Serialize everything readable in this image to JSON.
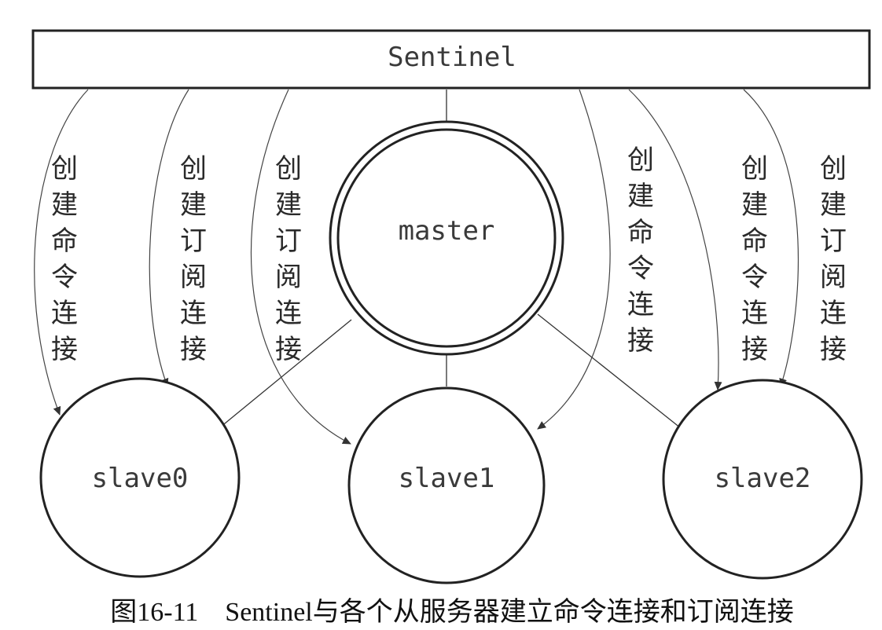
{
  "sentinel": {
    "label": "Sentinel"
  },
  "nodes": {
    "master": "master",
    "slave0": "slave0",
    "slave1": "slave1",
    "slave2": "slave2"
  },
  "connection_labels": {
    "command": "创建命令连接",
    "subscribe": "创建订阅连接"
  },
  "caption": "图16-11　Sentinel与各个从服务器建立命令连接和订阅连接",
  "colors": {
    "stroke": "#222222",
    "text": "#3a3a3a"
  }
}
